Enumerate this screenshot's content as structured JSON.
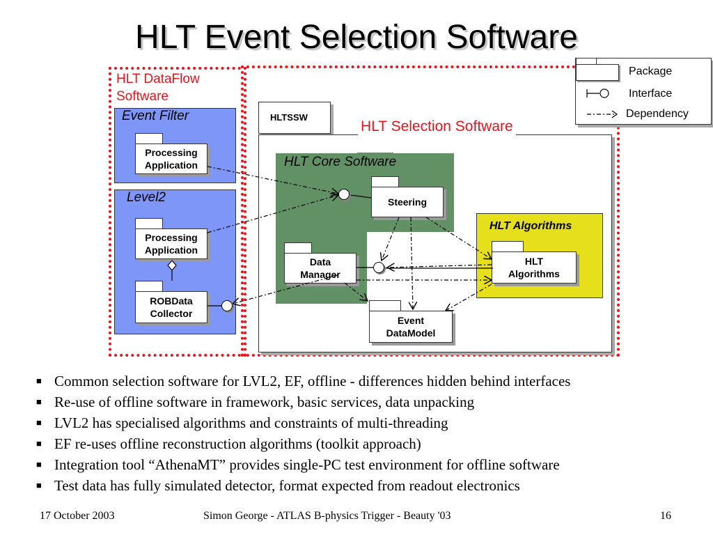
{
  "title": "HLT Event Selection Software",
  "diagram": {
    "dataflow_label": "HLT DataFlow\nSoftware",
    "event_filter": {
      "label": "Event Filter",
      "processing_application": "Processing\nApplication"
    },
    "level2": {
      "label": "Level2",
      "processing_application": "Processing\nApplication",
      "robdata_collector": "ROBData\nCollector"
    },
    "hltssw_label": "HLTSSW",
    "selection_software_label": "HLT Selection Software",
    "core_software": {
      "label": "HLT Core Software",
      "steering": "Steering",
      "data_manager": "Data\nManager"
    },
    "algorithms": {
      "label": "HLT Algorithms",
      "hlt_algorithms": "HLT\nAlgorithms"
    },
    "event_datamodel": "Event\nDataModel",
    "legend": {
      "package": "Package",
      "interface": "Interface",
      "dependency": "Dependency"
    },
    "colors": {
      "red_outline": "#e8141b",
      "blue_package": "#7d96f7",
      "green_package": "#629166",
      "yellow_package": "#e6e01c"
    }
  },
  "bullets": [
    "Common selection software for LVL2, EF, offline - differences hidden behind interfaces",
    "Re-use of offline software in framework, basic services, data unpacking",
    "LVL2 has specialised algorithms and constraints of multi-threading",
    "EF re-uses offline reconstruction algorithms (toolkit approach)",
    "Integration tool “AthenaMT” provides single-PC test environment for offline software",
    "Test data has fully simulated detector, format expected from readout electronics"
  ],
  "bullet_icon": "square-bullet-icon",
  "footer": {
    "date": "17 October 2003",
    "center": "Simon George - ATLAS B-physics Trigger - Beauty '03",
    "page": "16"
  }
}
